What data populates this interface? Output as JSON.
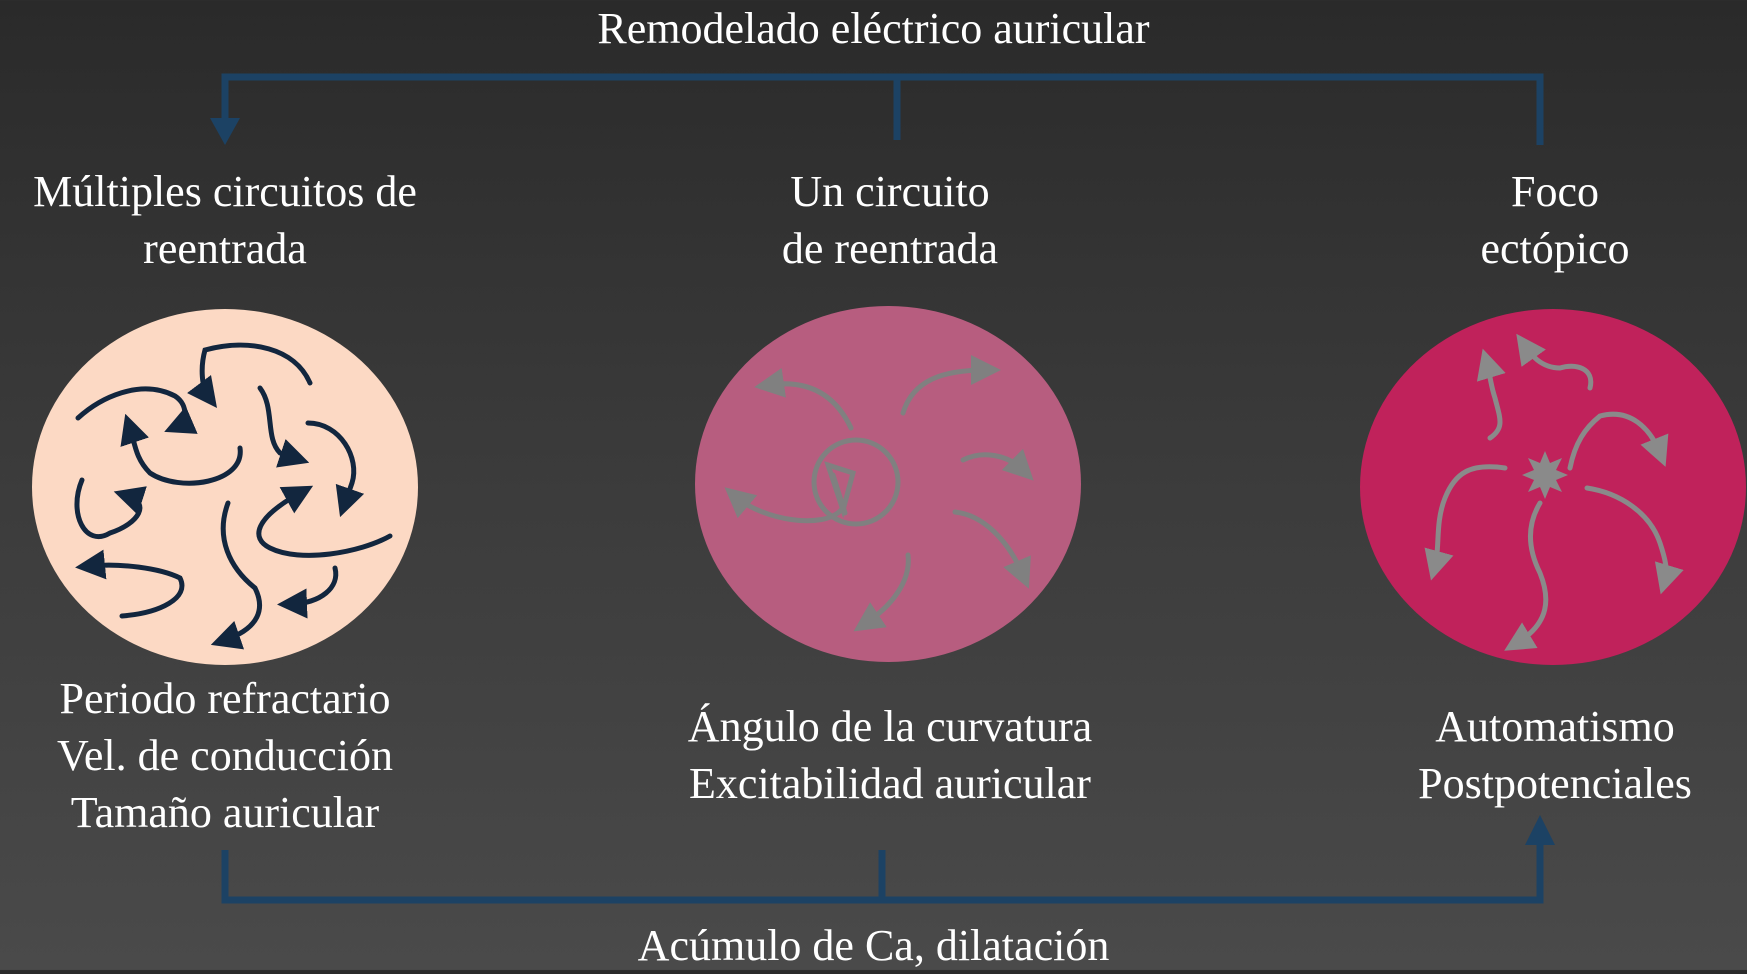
{
  "top_label": "Remodelado eléctrico auricular",
  "bottom_label": "Acúmulo de Ca, dilatación",
  "mechanisms": [
    {
      "title_lines": [
        "Múltiples circuitos de",
        "reentrada"
      ],
      "factor_lines": [
        "Periodo refractario",
        "Vel. de conducción",
        "Tamaño auricular"
      ],
      "circle_color": "#fcd9c4",
      "arrow_color": "#12263e"
    },
    {
      "title_lines": [
        "Un circuito",
        "de reentrada"
      ],
      "factor_lines": [
        "Ángulo de la curvatura",
        "Excitabilidad auricular"
      ],
      "circle_color": "#b75d7f",
      "arrow_color": "#808080"
    },
    {
      "title_lines": [
        "Foco",
        "ectópico"
      ],
      "factor_lines": [
        "Automatismo",
        "Postpotenciales"
      ],
      "circle_color": "#c0225b",
      "arrow_color": "#8a8a8a"
    }
  ],
  "colors": {
    "connector": "#1c4264",
    "background_top": "#2a2a2a",
    "background_bottom": "#4a4a4a",
    "text": "#ffffff"
  }
}
